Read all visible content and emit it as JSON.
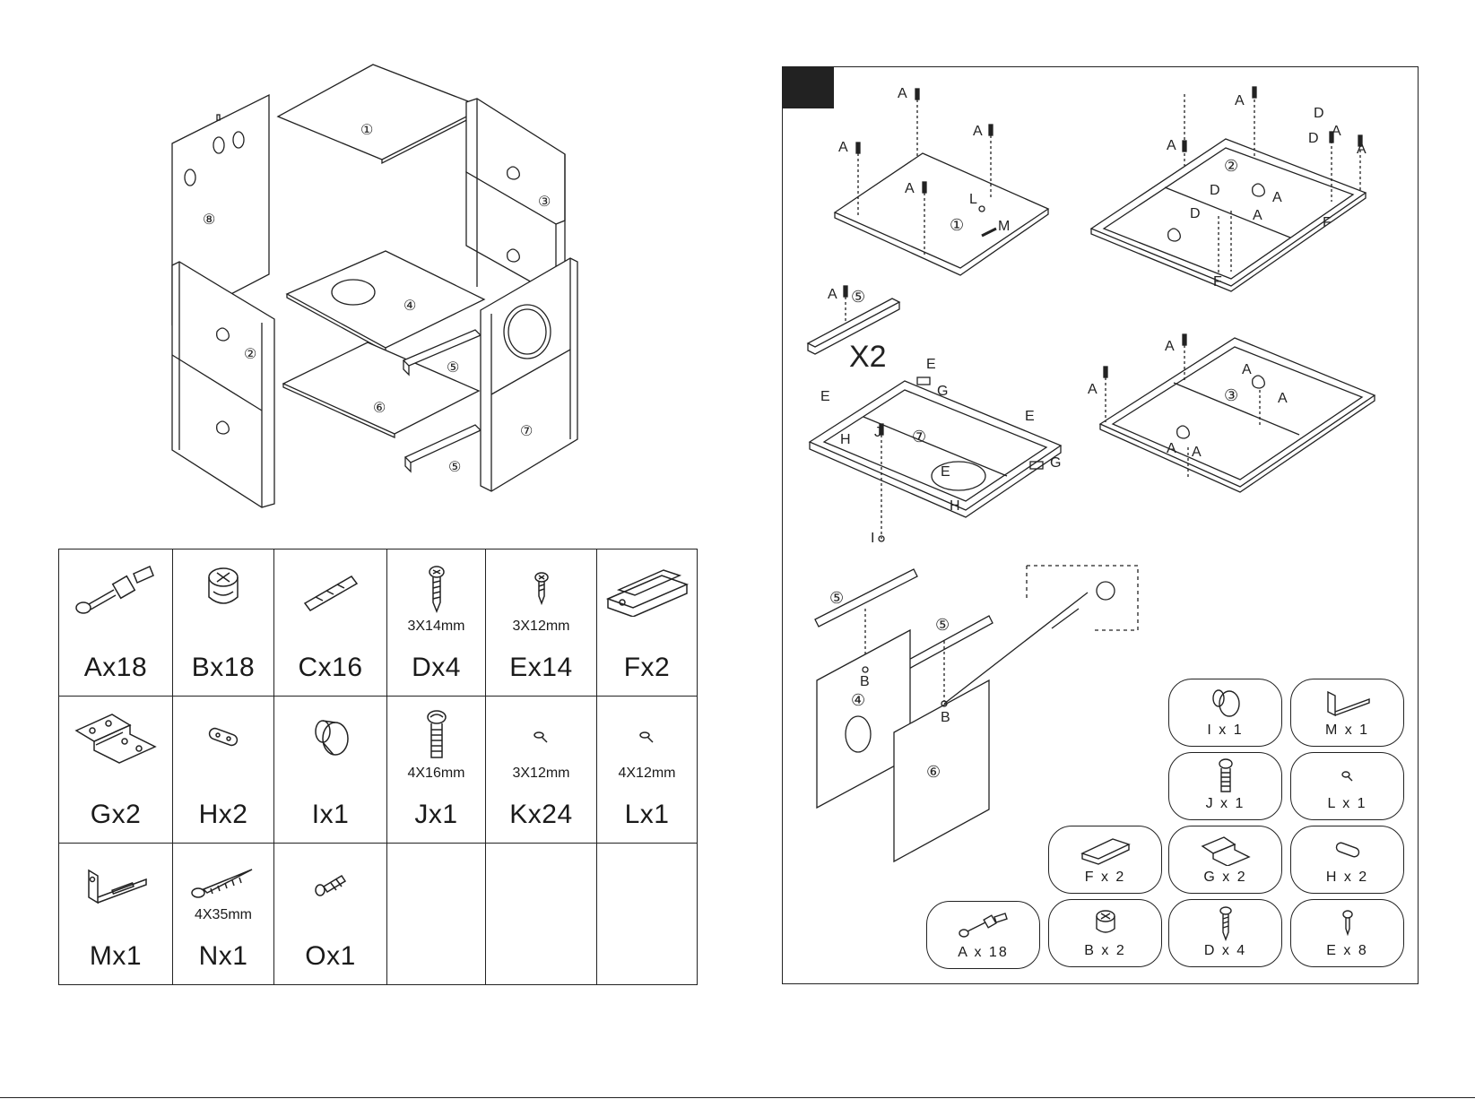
{
  "left_page": {
    "exploded_view": {
      "panel_numbers": [
        "①",
        "⑧",
        "③",
        "④",
        "②",
        "⑤",
        "⑥",
        "⑤",
        "⑦"
      ]
    },
    "parts": [
      {
        "label": "Ax18",
        "size": "",
        "icon": "cam-bolt-icon"
      },
      {
        "label": "Bx18",
        "size": "",
        "icon": "cam-lock-icon"
      },
      {
        "label": "Cx16",
        "size": "",
        "icon": "wood-dowel-icon"
      },
      {
        "label": "Dx4",
        "size": "3X14mm",
        "icon": "screw-icon"
      },
      {
        "label": "Ex14",
        "size": "3X12mm",
        "icon": "short-screw-icon"
      },
      {
        "label": "Fx2",
        "size": "",
        "icon": "magnetic-catch-icon"
      },
      {
        "label": "Gx2",
        "size": "",
        "icon": "hinge-icon"
      },
      {
        "label": "Hx2",
        "size": "",
        "icon": "strike-plate-icon"
      },
      {
        "label": "Ix1",
        "size": "",
        "icon": "knob-icon"
      },
      {
        "label": "Jx1",
        "size": "4X16mm",
        "icon": "machine-screw-icon"
      },
      {
        "label": "Kx24",
        "size": "3X12mm",
        "icon": "tiny-screw-icon"
      },
      {
        "label": "Lx1",
        "size": "4X12mm",
        "icon": "tiny-screw-icon"
      },
      {
        "label": "Mx1",
        "size": "",
        "icon": "l-bracket-icon"
      },
      {
        "label": "Nx1",
        "size": "4X35mm",
        "icon": "long-screw-icon"
      },
      {
        "label": "Ox1",
        "size": "",
        "icon": "wall-anchor-icon"
      },
      {
        "label": "",
        "size": "",
        "icon": ""
      },
      {
        "label": "",
        "size": "",
        "icon": ""
      },
      {
        "label": "",
        "size": "",
        "icon": ""
      }
    ]
  },
  "right_page": {
    "step_number": "",
    "multiplier": "X2",
    "callouts": {
      "A": "A",
      "B": "B",
      "D": "D",
      "E": "E",
      "F": "F",
      "G": "G",
      "H": "H",
      "I": "I",
      "J": "J",
      "L": "L",
      "M": "M"
    },
    "circled": {
      "one": "①",
      "two": "②",
      "three": "③",
      "four": "④",
      "five": "⑤",
      "six": "⑥",
      "seven": "⑦"
    },
    "hardware_pills": [
      {
        "label": "I  x 1",
        "icon": "knob-icon"
      },
      {
        "label": "M x 1",
        "icon": "l-bracket-icon"
      },
      {
        "label": "J x 1",
        "icon": "machine-screw-icon"
      },
      {
        "label": "L x 1",
        "icon": "tiny-screw-icon"
      },
      {
        "label": "F x 2",
        "icon": "magnetic-catch-icon"
      },
      {
        "label": "G x 2",
        "icon": "hinge-icon"
      },
      {
        "label": "H x 2",
        "icon": "strike-plate-icon"
      },
      {
        "label": "A x 18",
        "icon": "cam-bolt-icon"
      },
      {
        "label": "B x 2",
        "icon": "cam-lock-icon"
      },
      {
        "label": "D x 4",
        "icon": "screw-icon"
      },
      {
        "label": "E x 8",
        "icon": "short-screw-icon"
      }
    ]
  }
}
